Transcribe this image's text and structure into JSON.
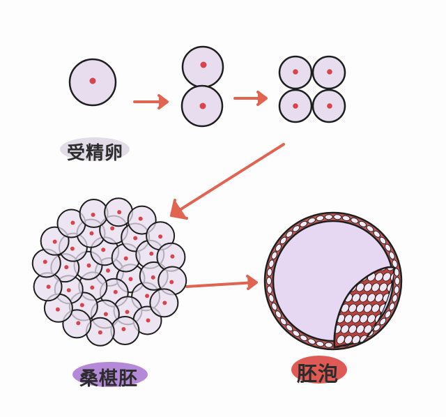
{
  "labels": {
    "zygote": "受精卵",
    "morula": "桑椹胚",
    "blastocyst": "胚泡"
  },
  "colors": {
    "cell_fill": "#e7ddee",
    "outline": "#1e1e1e",
    "nucleus": "#d8434e",
    "arrow": "#e06450",
    "zygote_label_bg": "#e2dce8",
    "morula_label_bg": "#b48ad8",
    "blastocyst_label_bg": "#e05a55",
    "blastocyst_cavity": "#e6d8f2",
    "blastocyst_wall": "#c25a5a",
    "inner_mass_bg": "#b8423e"
  }
}
